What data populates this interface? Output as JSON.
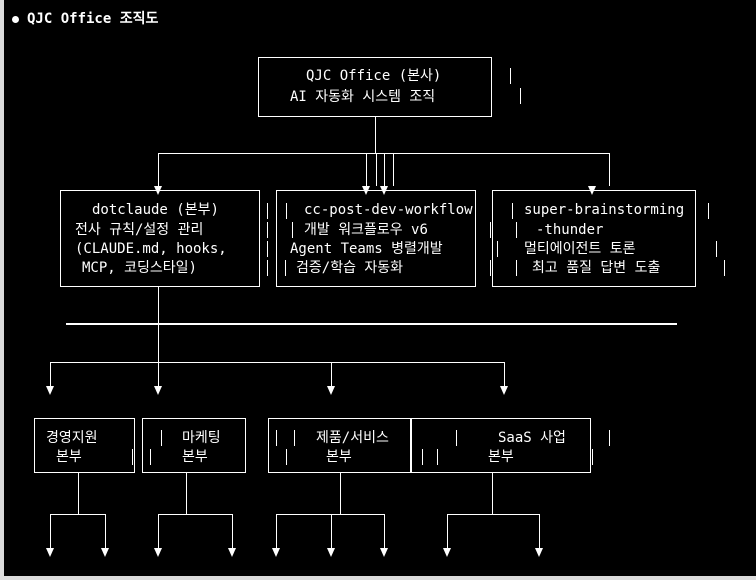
{
  "title": "QJC Office 조직도",
  "root": {
    "line1": "QJC Office (본사)",
    "line2": "AI 자동화 시스템 조직"
  },
  "divisions": [
    {
      "lines": [
        "dotclaude (본부)",
        "전사 규칙/설정 관리",
        "(CLAUDE.md, hooks,",
        "MCP, 코딩스타일)"
      ]
    },
    {
      "lines": [
        "cc-post-dev-workflow",
        "개발 워크플로우 v6",
        "Agent Teams 병렬개발",
        "검증/학습 자동화"
      ]
    },
    {
      "lines": [
        "super-brainstorming",
        "-thunder",
        "멀티에이전트 토론",
        "최고 품질 답변 도출"
      ]
    }
  ],
  "departments": [
    {
      "line1": "경영지원",
      "line2": "본부"
    },
    {
      "line1": "마케팅",
      "line2": "본부"
    },
    {
      "line1": "제품/서비스",
      "line2": "본부"
    },
    {
      "line1": "SaaS 사업",
      "line2": "본부"
    }
  ]
}
